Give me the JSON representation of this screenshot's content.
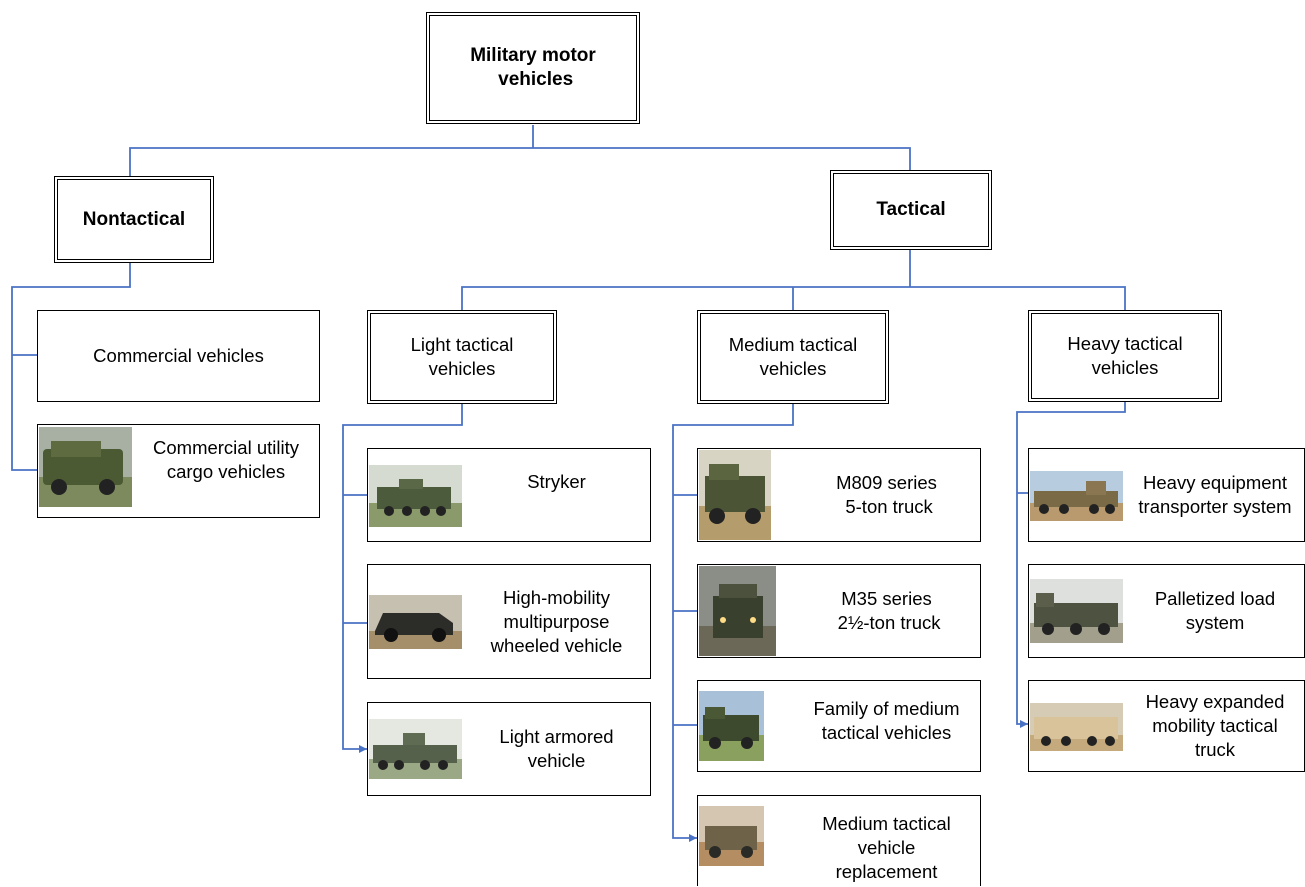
{
  "root": {
    "title": "Military motor\n vehicles"
  },
  "nontactical": {
    "title": "Nontactical",
    "items": [
      {
        "label": "Commercial vehicles"
      },
      {
        "label": "Commercial utility\ncargo vehicles"
      }
    ]
  },
  "tactical": {
    "title": "Tactical",
    "light": {
      "title": "Light tactical\nvehicles",
      "items": [
        {
          "label": "Stryker"
        },
        {
          "label": "High-mobility\nmultipurpose\nwheeled vehicle"
        },
        {
          "label": "Light armored\nvehicle"
        }
      ]
    },
    "medium": {
      "title": "Medium tactical\nvehicles",
      "items": [
        {
          "label": "M809 series\n 5-ton truck"
        },
        {
          "label": "M35 series\n 2½-ton truck"
        },
        {
          "label": "Family of medium\ntactical vehicles"
        },
        {
          "label": "Medium tactical\nvehicle\nreplacement"
        }
      ]
    },
    "heavy": {
      "title": "Heavy tactical\nvehicles",
      "items": [
        {
          "label": "Heavy equipment\ntransporter system"
        },
        {
          "label": "Palletized load\nsystem"
        },
        {
          "label": "Heavy expanded\nmobility tactical\ntruck"
        }
      ]
    }
  },
  "colors": {
    "connector": "#4a72c4",
    "border": "#000000"
  }
}
